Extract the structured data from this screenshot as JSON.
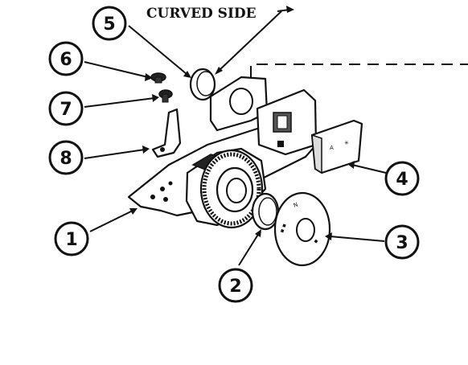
{
  "annotation": {
    "curved_side_label": "CURVED SIDE"
  },
  "callouts": [
    {
      "id": "1",
      "label": "1"
    },
    {
      "id": "2",
      "label": "2"
    },
    {
      "id": "3",
      "label": "3"
    },
    {
      "id": "4",
      "label": "4"
    },
    {
      "id": "5",
      "label": "5"
    },
    {
      "id": "6",
      "label": "6"
    },
    {
      "id": "7",
      "label": "7"
    },
    {
      "id": "8",
      "label": "8"
    }
  ]
}
